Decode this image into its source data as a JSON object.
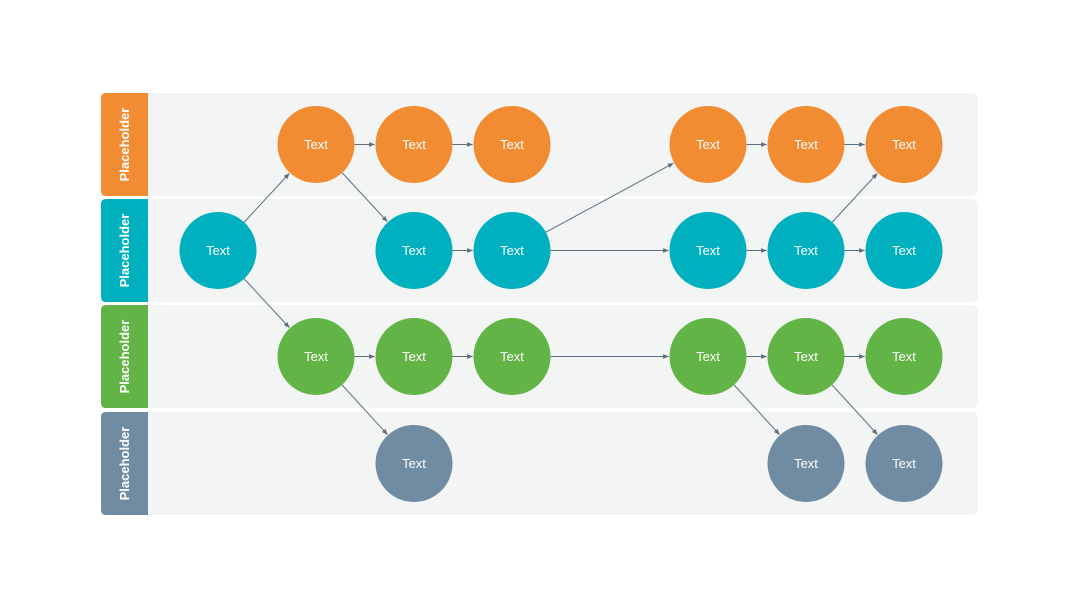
{
  "lanes": [
    {
      "id": "orange",
      "label": "Placeholder",
      "color": "#f28c33"
    },
    {
      "id": "teal",
      "label": "Placeholder",
      "color": "#00b0bf"
    },
    {
      "id": "green",
      "label": "Placeholder",
      "color": "#62b446"
    },
    {
      "id": "slate",
      "label": "Placeholder",
      "color": "#708ca3"
    }
  ],
  "lane_background": "#f3f4f4",
  "connector_color": "#5b6f7e",
  "nodes": [
    {
      "id": "o1",
      "lane": 0,
      "col": 1,
      "label": "Text"
    },
    {
      "id": "o2",
      "lane": 0,
      "col": 2,
      "label": "Text"
    },
    {
      "id": "o3",
      "lane": 0,
      "col": 3,
      "label": "Text"
    },
    {
      "id": "o4",
      "lane": 0,
      "col": 5,
      "label": "Text"
    },
    {
      "id": "o5",
      "lane": 0,
      "col": 6,
      "label": "Text"
    },
    {
      "id": "o6",
      "lane": 0,
      "col": 7,
      "label": "Text"
    },
    {
      "id": "t1",
      "lane": 1,
      "col": 0,
      "label": "Text"
    },
    {
      "id": "t2",
      "lane": 1,
      "col": 2,
      "label": "Text"
    },
    {
      "id": "t3",
      "lane": 1,
      "col": 3,
      "label": "Text"
    },
    {
      "id": "t4",
      "lane": 1,
      "col": 5,
      "label": "Text"
    },
    {
      "id": "t5",
      "lane": 1,
      "col": 6,
      "label": "Text"
    },
    {
      "id": "t6",
      "lane": 1,
      "col": 7,
      "label": "Text"
    },
    {
      "id": "g1",
      "lane": 2,
      "col": 1,
      "label": "Text"
    },
    {
      "id": "g2",
      "lane": 2,
      "col": 2,
      "label": "Text"
    },
    {
      "id": "g3",
      "lane": 2,
      "col": 3,
      "label": "Text"
    },
    {
      "id": "g4",
      "lane": 2,
      "col": 5,
      "label": "Text"
    },
    {
      "id": "g5",
      "lane": 2,
      "col": 6,
      "label": "Text"
    },
    {
      "id": "g6",
      "lane": 2,
      "col": 7,
      "label": "Text"
    },
    {
      "id": "s1",
      "lane": 3,
      "col": 2,
      "label": "Text"
    },
    {
      "id": "s2",
      "lane": 3,
      "col": 6,
      "label": "Text"
    },
    {
      "id": "s3",
      "lane": 3,
      "col": 7,
      "label": "Text"
    }
  ],
  "edges": [
    [
      "t1",
      "o1"
    ],
    [
      "t1",
      "g1"
    ],
    [
      "o1",
      "o2"
    ],
    [
      "o2",
      "o3"
    ],
    [
      "o1",
      "t2"
    ],
    [
      "t2",
      "t3"
    ],
    [
      "t3",
      "o4"
    ],
    [
      "t3",
      "t4"
    ],
    [
      "o4",
      "o5"
    ],
    [
      "o5",
      "o6"
    ],
    [
      "t4",
      "t5"
    ],
    [
      "t5",
      "t6"
    ],
    [
      "t5",
      "o6"
    ],
    [
      "g1",
      "g2"
    ],
    [
      "g2",
      "g3"
    ],
    [
      "g1",
      "s1"
    ],
    [
      "g3",
      "g4"
    ],
    [
      "g4",
      "g5"
    ],
    [
      "g5",
      "g6"
    ],
    [
      "g4",
      "s2"
    ],
    [
      "g5",
      "s3"
    ]
  ]
}
